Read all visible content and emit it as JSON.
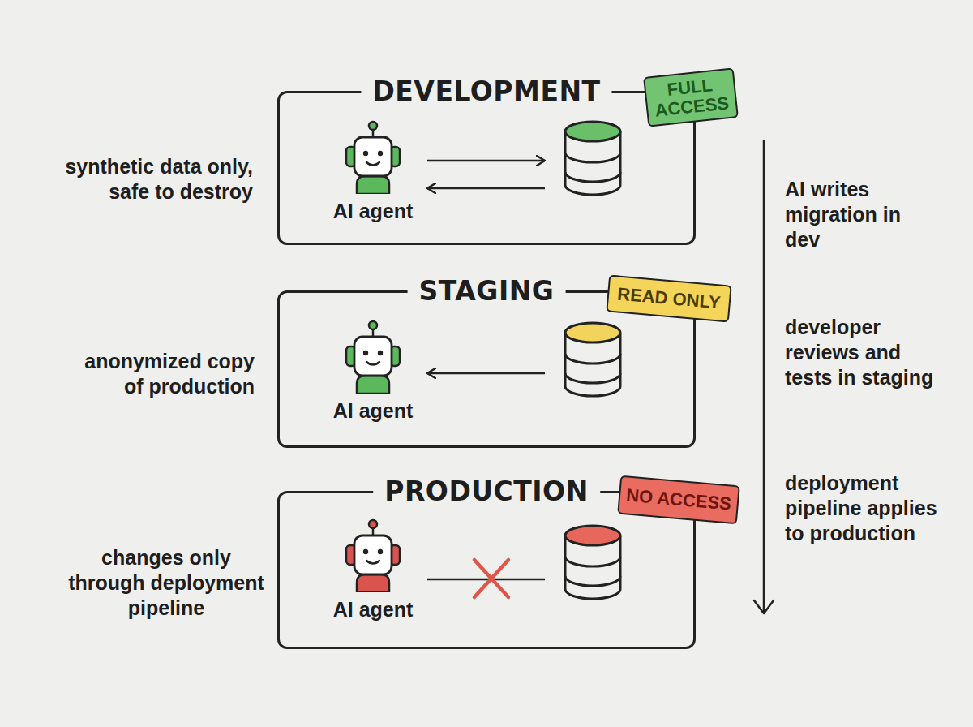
{
  "diagram": {
    "nodes": [
      {
        "text": [
          "DEVELOPMENT"
        ]
      },
      {
        "text": [
          "FULL ACCESS"
        ],
        "in": 0
      },
      {
        "text": [
          "AI agent"
        ],
        "in": 0
      },
      {
        "text": [
          "STAGING"
        ]
      },
      {
        "text": [
          "READ ONLY"
        ],
        "in": 3
      },
      {
        "text": [
          "AI agent"
        ],
        "in": 3
      },
      {
        "text": [
          "PRODUCTION"
        ]
      },
      {
        "text": [
          "NO ACCESS"
        ],
        "in": 6
      },
      {
        "text": [
          "AI agent"
        ],
        "in": 6
      }
    ],
    "labels": [
      "synthetic data only, safe to destroy",
      "anonymized copy of production",
      "changes only through deployment pipeline",
      "AI writes migration in dev",
      "developer reviews and tests in staging",
      "deployment pipeline applies to production"
    ]
  }
}
